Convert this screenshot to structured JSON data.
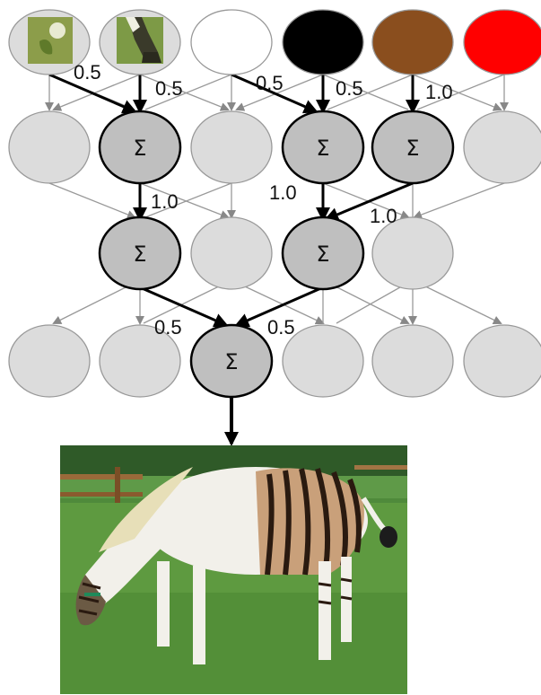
{
  "diagram": {
    "node_symbol": "Σ",
    "node_colors": {
      "light": "#dcdcdc",
      "active": "#bfbfbf",
      "white": "#ffffff",
      "black": "#000000",
      "brown": "#8a4e1e",
      "red": "#ff0000"
    },
    "input_layer": [
      {
        "kind": "image-patch",
        "content": "grass-patch-icon"
      },
      {
        "kind": "image-patch",
        "content": "animal-patch-icon"
      },
      {
        "kind": "color",
        "content": "white"
      },
      {
        "kind": "color",
        "content": "black"
      },
      {
        "kind": "color",
        "content": "brown"
      },
      {
        "kind": "color",
        "content": "red"
      }
    ],
    "weights": {
      "w_in_1": "0.5",
      "w_in_2": "0.5",
      "w_in_3": "0.5",
      "w_in_4": "0.5",
      "w_in_5": "1.0",
      "w_h1_1": "1.0",
      "w_h1_2": "1.0",
      "w_h1_3": "1.0",
      "w_h2_1": "0.5",
      "w_h2_2": "0.5"
    },
    "output_image": "zebra-horse-photo"
  }
}
